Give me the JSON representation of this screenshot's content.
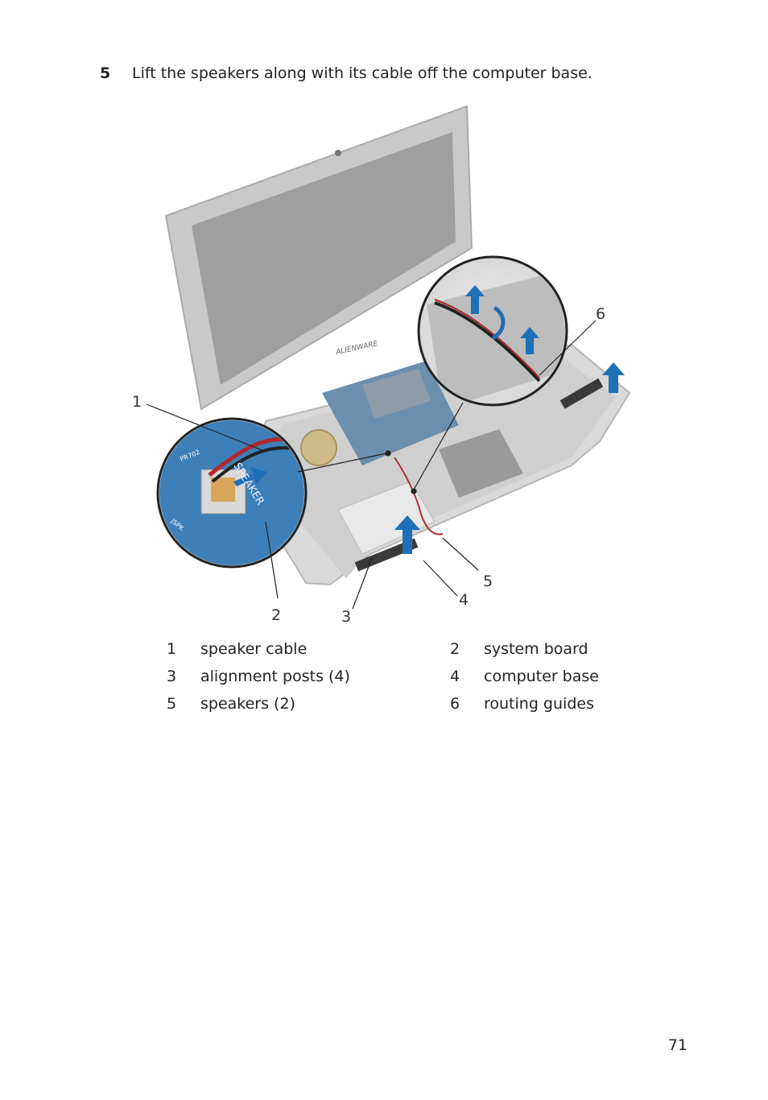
{
  "step": {
    "number": "5",
    "text": "Lift the speakers along with its cable off the computer base."
  },
  "figure": {
    "brand": "ALIENWARE",
    "zoom_left_text": "SPEAKER",
    "zoom_left_small": "PR702",
    "zoom_left_connector": "JSPK",
    "callouts": [
      "1",
      "2",
      "3",
      "4",
      "5",
      "6"
    ]
  },
  "legend": [
    {
      "num": "1",
      "text": "speaker cable"
    },
    {
      "num": "2",
      "text": "system board"
    },
    {
      "num": "3",
      "text": "alignment posts (4)"
    },
    {
      "num": "4",
      "text": "computer base"
    },
    {
      "num": "5",
      "text": "speakers (2)"
    },
    {
      "num": "6",
      "text": "routing guides"
    }
  ],
  "page_number": "71",
  "colors": {
    "arrow_blue": "#1f6fb8",
    "board_blue": "#3d7fb8",
    "laptop_gray": "#c8c8c8"
  }
}
